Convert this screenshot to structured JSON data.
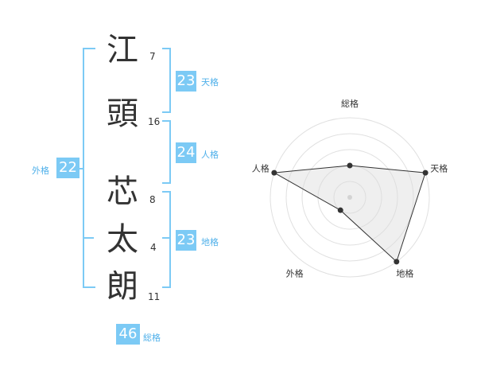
{
  "name": {
    "characters": [
      "江",
      "頭",
      "芯",
      "太",
      "朗"
    ],
    "stroke_counts": [
      "7",
      "16",
      "8",
      "4",
      "11"
    ]
  },
  "fortunes": {
    "tenkaku": {
      "value": "23",
      "label": "天格"
    },
    "jinkaku": {
      "value": "24",
      "label": "人格"
    },
    "chikaku": {
      "value": "23",
      "label": "地格"
    },
    "gaikaku": {
      "value": "22",
      "label": "外格"
    },
    "soukaku": {
      "value": "46",
      "label": "総格"
    }
  },
  "chart_data": {
    "type": "radar",
    "axes": [
      "総格",
      "天格",
      "地格",
      "外格",
      "人格"
    ],
    "values": [
      2,
      5,
      5,
      1,
      5
    ],
    "max": 5
  },
  "colors": {
    "accent": "#7ccaf5",
    "label": "#4fb0ea",
    "text": "#333333"
  }
}
